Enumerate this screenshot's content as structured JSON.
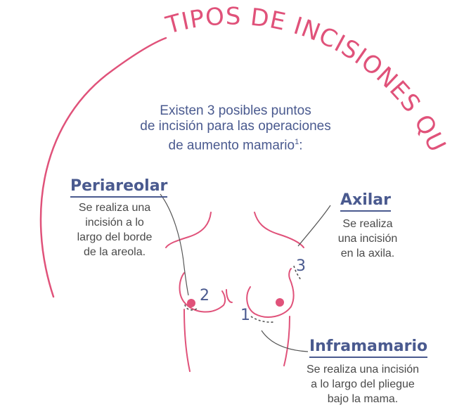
{
  "title": "TIPOS DE INCISIONES QUIRÚRGICAS",
  "intro": {
    "line1": "Existen 3 posibles puntos",
    "line2": "de incisión para las operaciones",
    "line3": "de aumento mamario",
    "footnote": "1",
    "tail": ":"
  },
  "incisions": {
    "periareolar": {
      "title": "Periareolar",
      "lines": [
        "Se realiza una",
        "incisión a lo",
        "largo del borde",
        "de la areola."
      ],
      "number": "2"
    },
    "axilar": {
      "title": "Axilar",
      "lines": [
        "Se realiza",
        "una incisión",
        "en la axila."
      ],
      "number": "3"
    },
    "inframamario": {
      "title": "Inframamario",
      "lines": [
        "Se realiza una incisión",
        "a lo largo del pliegue",
        "bajo la mama."
      ],
      "number": "1"
    }
  },
  "colors": {
    "accent_pink": "#e0527a",
    "text_blue": "#4a5a8f",
    "body_text": "#4a4a4a"
  }
}
